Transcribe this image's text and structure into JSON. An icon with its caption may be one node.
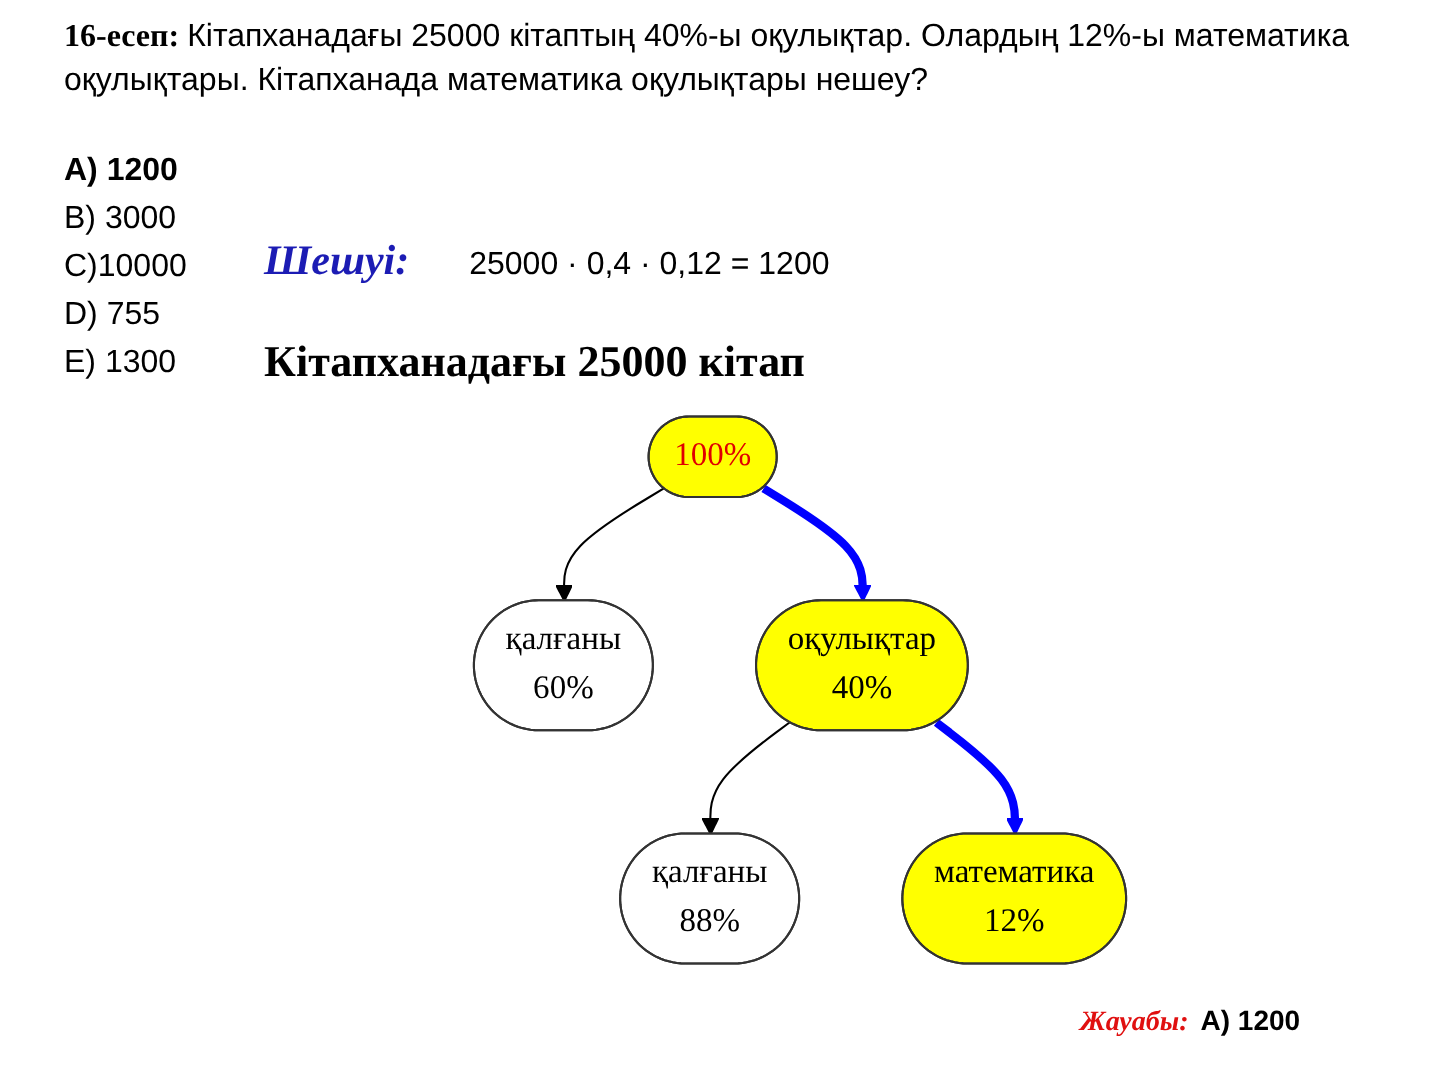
{
  "diagram": {
    "title": "Кітапханадағы 25000 кітап",
    "nodes": [
      {
        "text": [
          "100%"
        ]
      },
      {
        "text": [
          "қалғаны",
          "60%"
        ]
      },
      {
        "text": [
          "оқулықтар",
          "40%"
        ]
      },
      {
        "text": [
          "қалғаны",
          "88%"
        ]
      },
      {
        "text": [
          "математика",
          "12%"
        ]
      }
    ],
    "edges": [
      {
        "from": 0,
        "to": 1,
        "arrow": "to"
      },
      {
        "from": 0,
        "to": 2,
        "arrow": "to",
        "style": "thick",
        "color": "#0000ff"
      },
      {
        "from": 2,
        "to": 3,
        "arrow": "to"
      },
      {
        "from": 2,
        "to": 4,
        "arrow": "to",
        "style": "thick",
        "color": "#0000ff"
      }
    ],
    "labels": [
      "16-есеп:",
      "Кітапханадағы 25000 кітаптың 40%-ы оқулықтар. Олардың 12%-ы математика оқулықтары. Кітапханада математика оқулықтары нешеу?",
      "A) 1200",
      "B) 3000",
      "C)10000",
      "D) 755",
      "E) 1300",
      "Шешуі:",
      "25000 · 0,4 · 0,12 = 1200",
      "Жауабы:",
      "A) 1200"
    ]
  }
}
